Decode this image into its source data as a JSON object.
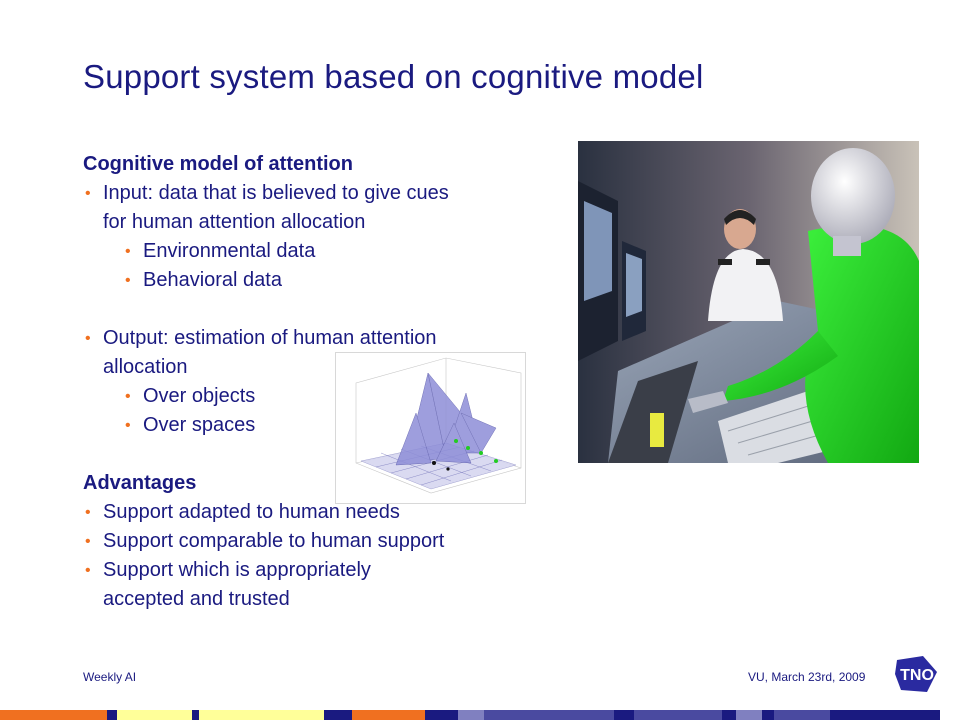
{
  "slide": {
    "title": "Support system based on cognitive model"
  },
  "content": {
    "section1_heading": "Cognitive model of attention",
    "input_line1": "Input: data that is believed to give cues",
    "input_line2": "for human attention allocation",
    "input_subs": [
      "Environmental data",
      "Behavioral data"
    ],
    "output_line1": "Output: estimation of human attention",
    "output_line2": "allocation",
    "output_subs": [
      "Over objects",
      "Over spaces"
    ],
    "section2_heading": "Advantages",
    "adv1": "Support adapted to human needs",
    "adv2": "Support comparable to human support",
    "adv3_line1": "Support which is appropriately",
    "adv3_line2": "accepted and trusted"
  },
  "footer": {
    "left": "Weekly AI",
    "right": "VU, March 23rd, 2009",
    "logo_text": "TNO"
  },
  "colors": {
    "title": "#1a1a80",
    "bullet": "#f07020",
    "stripe": [
      "#f07020",
      "#1a1a80",
      "#ffff99",
      "#8080c0",
      "#4a4aa0"
    ]
  }
}
